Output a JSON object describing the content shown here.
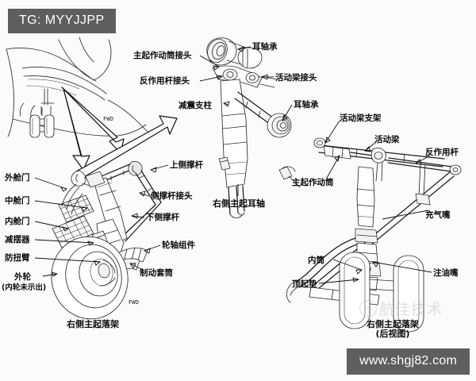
{
  "meta": {
    "tag": "TG: MYYJJPP",
    "url": "www.shgj82.com",
    "watermark": "航佳技术",
    "ink_color": "#2b2b2b",
    "chip_color": "#5e5e5e",
    "background": "#fbfbfb"
  },
  "panels": {
    "left": {
      "caption": "右侧主起落架",
      "fwd_marker_top": "FWD",
      "fwd_marker_bottom": "FWD",
      "labels_left": [
        {
          "text": "外舱门"
        },
        {
          "text": "中舱门"
        },
        {
          "text": "内舱门"
        },
        {
          "text": "减摆器"
        },
        {
          "text": "防扭臂"
        }
      ],
      "label_outer_wheel_line1": "外轮",
      "label_outer_wheel_line2": "(内轮未示出)",
      "labels_right": [
        {
          "text": "上侧撑杆"
        },
        {
          "text": "侧撑杆接头"
        },
        {
          "text": "下侧撑杆"
        },
        {
          "text": "轮轴组件"
        },
        {
          "text": "制动套筒"
        }
      ]
    },
    "middle": {
      "caption": "右侧主起耳轴",
      "labels": [
        {
          "text": "主起作动筒接头"
        },
        {
          "text": "反作用杆接头"
        },
        {
          "text": "减震支柱"
        },
        {
          "text": "耳轴承"
        },
        {
          "text": "活动梁接头"
        },
        {
          "text": "耳轴承"
        }
      ]
    },
    "right": {
      "caption_line1": "右侧主起落架",
      "caption_line2": "(后视图)",
      "labels": [
        {
          "text": "活动梁支架"
        },
        {
          "text": "活动梁"
        },
        {
          "text": "反作用杆"
        },
        {
          "text": "主起作动筒"
        },
        {
          "text": "充气嘴"
        },
        {
          "text": "内筒"
        },
        {
          "text": "顶起垫"
        },
        {
          "text": "注油嘴"
        }
      ]
    }
  }
}
